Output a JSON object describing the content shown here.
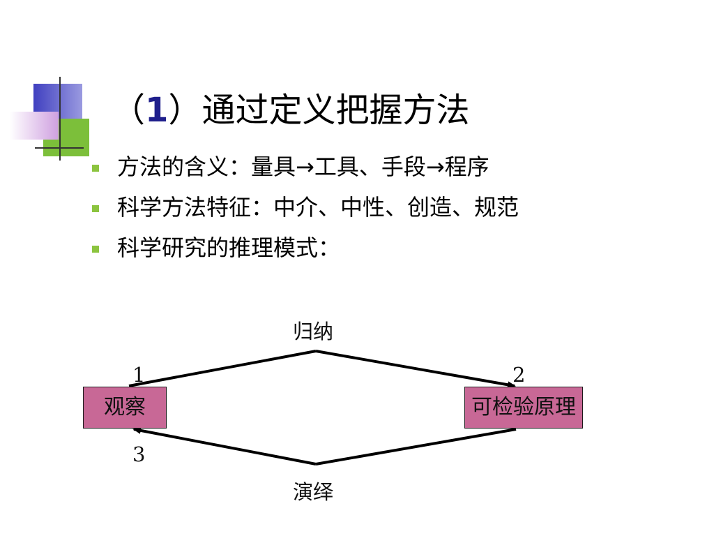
{
  "slide": {
    "title_open": "（",
    "title_num": "1",
    "title_close": "）",
    "title_text": "通过定义把握方法"
  },
  "bullets": [
    "方法的含义：量具→工具、手段→程序",
    "科学方法特征：中介、中性、创造、规范",
    "科学研究的推理模式："
  ],
  "diagram": {
    "node_observe": "观察",
    "node_principle": "可检验原理",
    "edge_induction": "归纳",
    "edge_deduction": "演绎",
    "step_1": "1",
    "step_2": "2",
    "step_3": "3"
  },
  "colors": {
    "title_number": "#1f1f8c",
    "bullet_marker": "#8cc43f",
    "node_fill": "#c86896",
    "deco_blue": "#4b4bc8",
    "deco_green": "#7cbf3a",
    "deco_pink": "#d9a3e6"
  }
}
